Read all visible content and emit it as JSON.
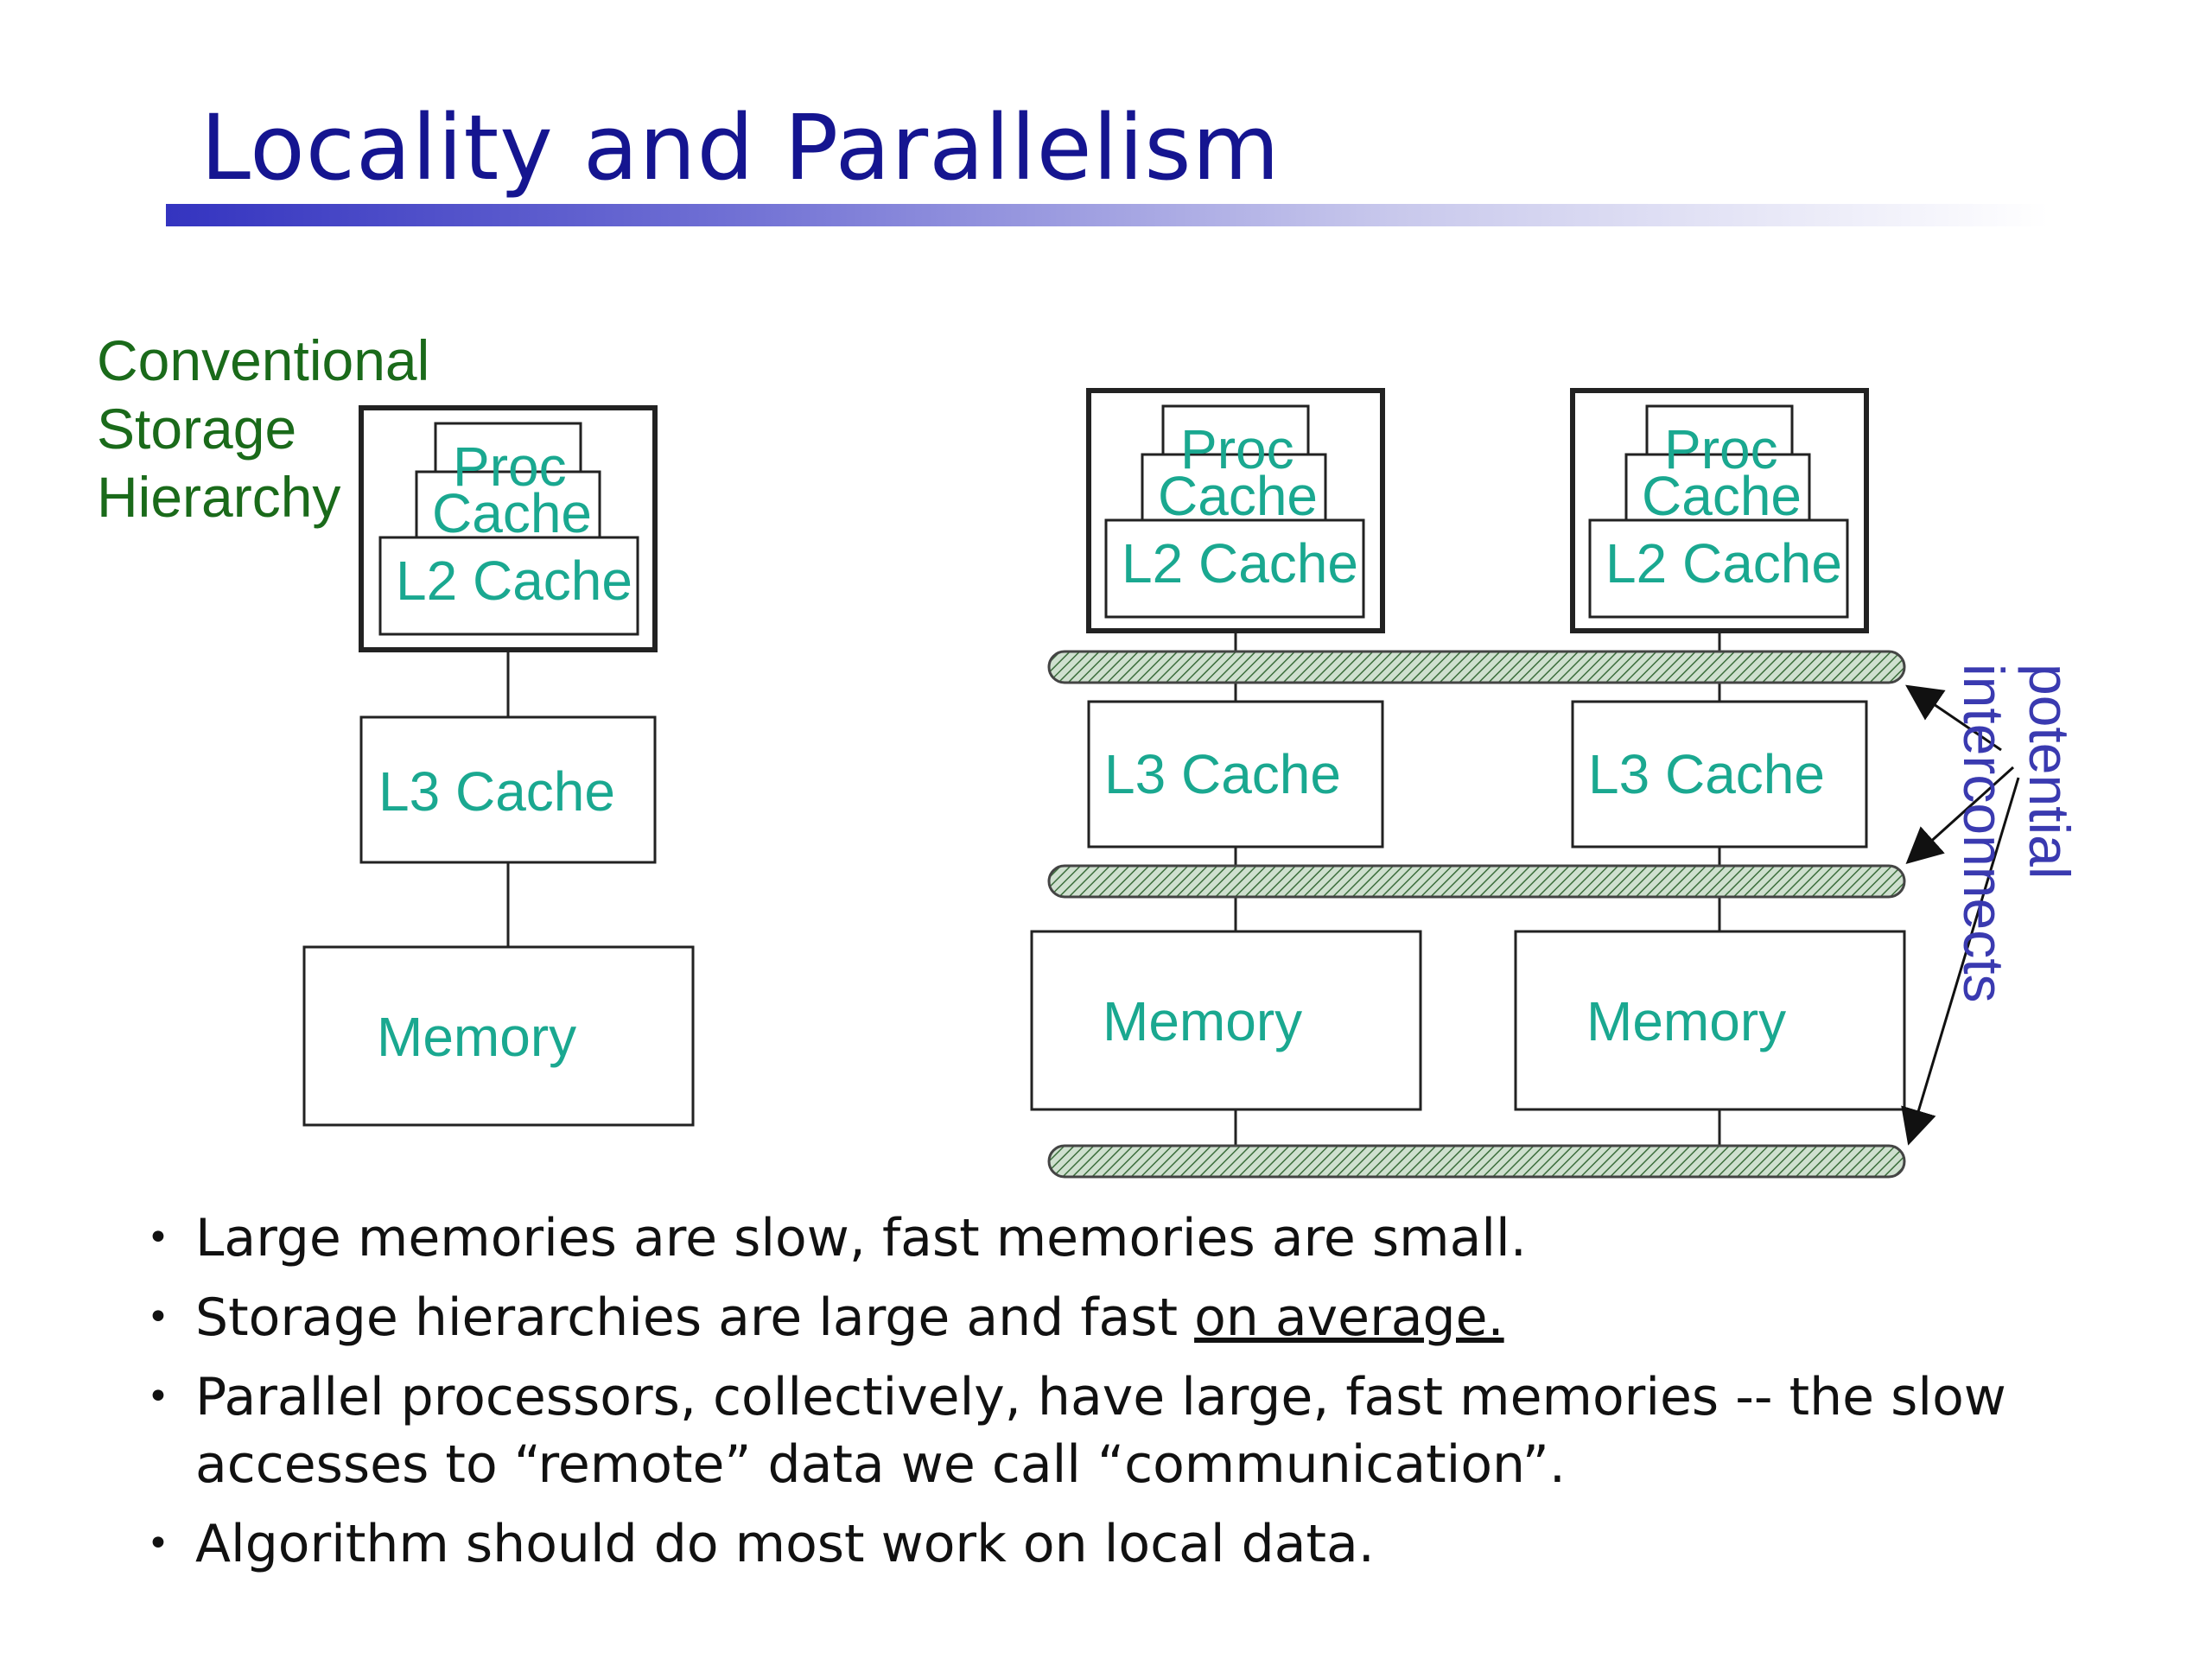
{
  "slide": {
    "title": "Locality and Parallelism",
    "left_label": [
      "Conventional",
      "Storage",
      "Hierarchy"
    ],
    "interconnect_label": [
      "potential",
      "interconnects"
    ],
    "boxes": {
      "proc": "Proc",
      "cache": "Cache",
      "l2": "L2 Cache",
      "l3": "L3 Cache",
      "memory": "Memory"
    },
    "bullets": [
      {
        "text": "Large memories are slow, fast memories are small."
      },
      {
        "text": "Storage hierarchies are large and fast ",
        "underlined": "on average."
      },
      {
        "text": "Parallel processors, collectively, have large, fast memories -- the slow",
        "line2": "accesses to “remote” data we call “communication”."
      },
      {
        "text": "Algorithm should do most work on local data."
      }
    ],
    "colors": {
      "title": "#151590",
      "box_text": "#1aa890",
      "label_green": "#1a6a1a",
      "label_blue": "#3a3ab0",
      "bus_fill": "#9dbf9d"
    }
  }
}
